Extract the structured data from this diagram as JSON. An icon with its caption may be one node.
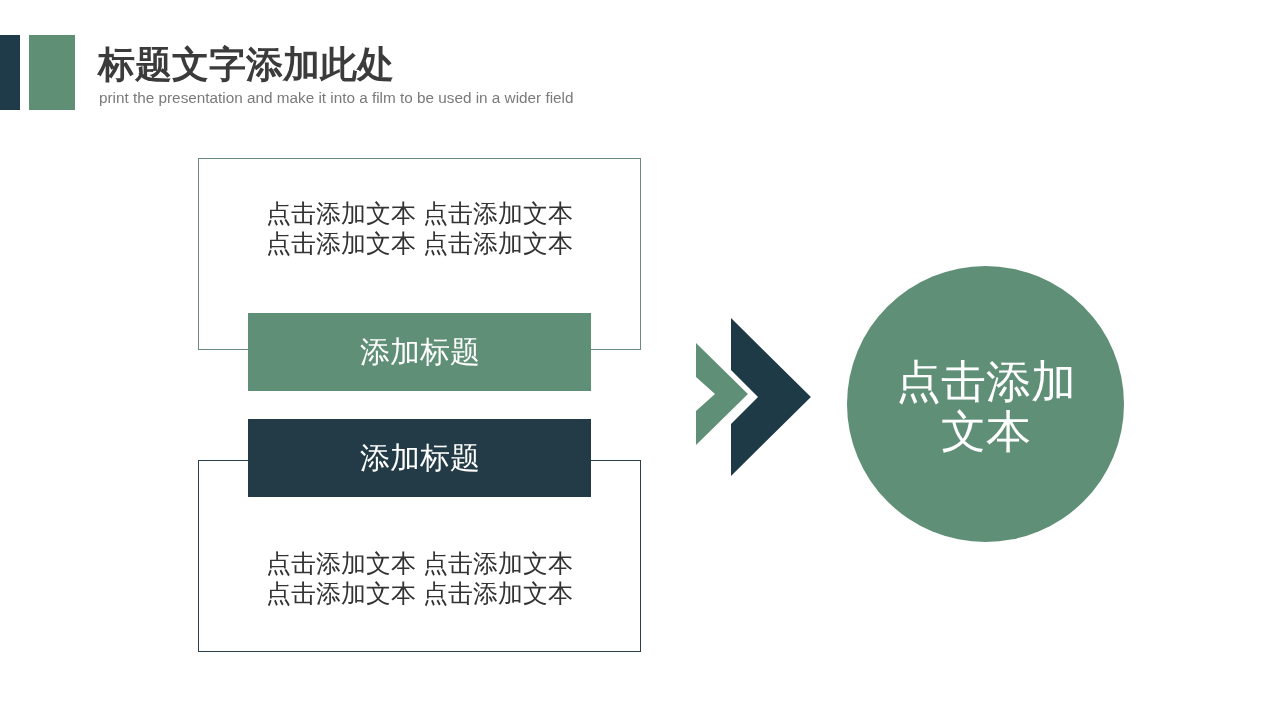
{
  "diagram": {
    "title": "标题文字添加此处",
    "nodes": [
      {
        "text": [
          "点击添加文本 点击添加文本点击添加文本 点击添加文本"
        ]
      },
      {
        "text": [
          "添加标题"
        ]
      },
      {
        "text": [
          "添加标题"
        ]
      },
      {
        "text": [
          "点击添加文本 点击添加文本点击添加文本 点击添加文本"
        ]
      },
      {
        "text": [
          "点击添加文本"
        ]
      }
    ],
    "edges": [
      {
        "from": null,
        "to": 4,
        "arrow": "to"
      }
    ],
    "labels": [
      "print the presentation and make it into a film to be used in a wider field"
    ]
  }
}
